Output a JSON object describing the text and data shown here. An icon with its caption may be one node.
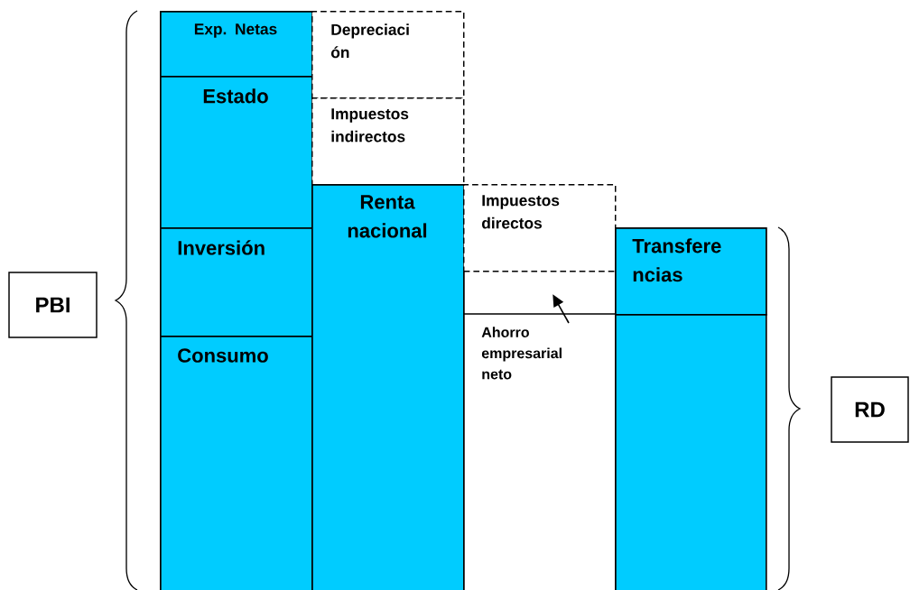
{
  "diagram": {
    "nodes": [
      {
        "text": [
          "Exp. Netas"
        ]
      },
      {
        "text": [
          "Estado"
        ]
      },
      {
        "text": [
          "Inversión"
        ]
      },
      {
        "text": [
          "Consumo"
        ]
      },
      {
        "text": [
          "Depreciaci ón"
        ]
      },
      {
        "text": [
          "Impuestos indirectos"
        ]
      },
      {
        "text": [
          "Renta nacional"
        ]
      },
      {
        "text": [
          "Impuestos directos"
        ]
      },
      {
        "text": [],
        "shape": "box"
      },
      {
        "text": [
          "Ahorro empresarial neto"
        ]
      },
      {
        "text": [
          "Transfere ncias"
        ]
      },
      {
        "text": [],
        "shape": "box"
      },
      {
        "text": [
          "PBI"
        ]
      },
      {
        "text": [
          "RD"
        ]
      }
    ],
    "edges": [
      {
        "from": 9,
        "to": 8,
        "arrow": "to"
      }
    ]
  }
}
